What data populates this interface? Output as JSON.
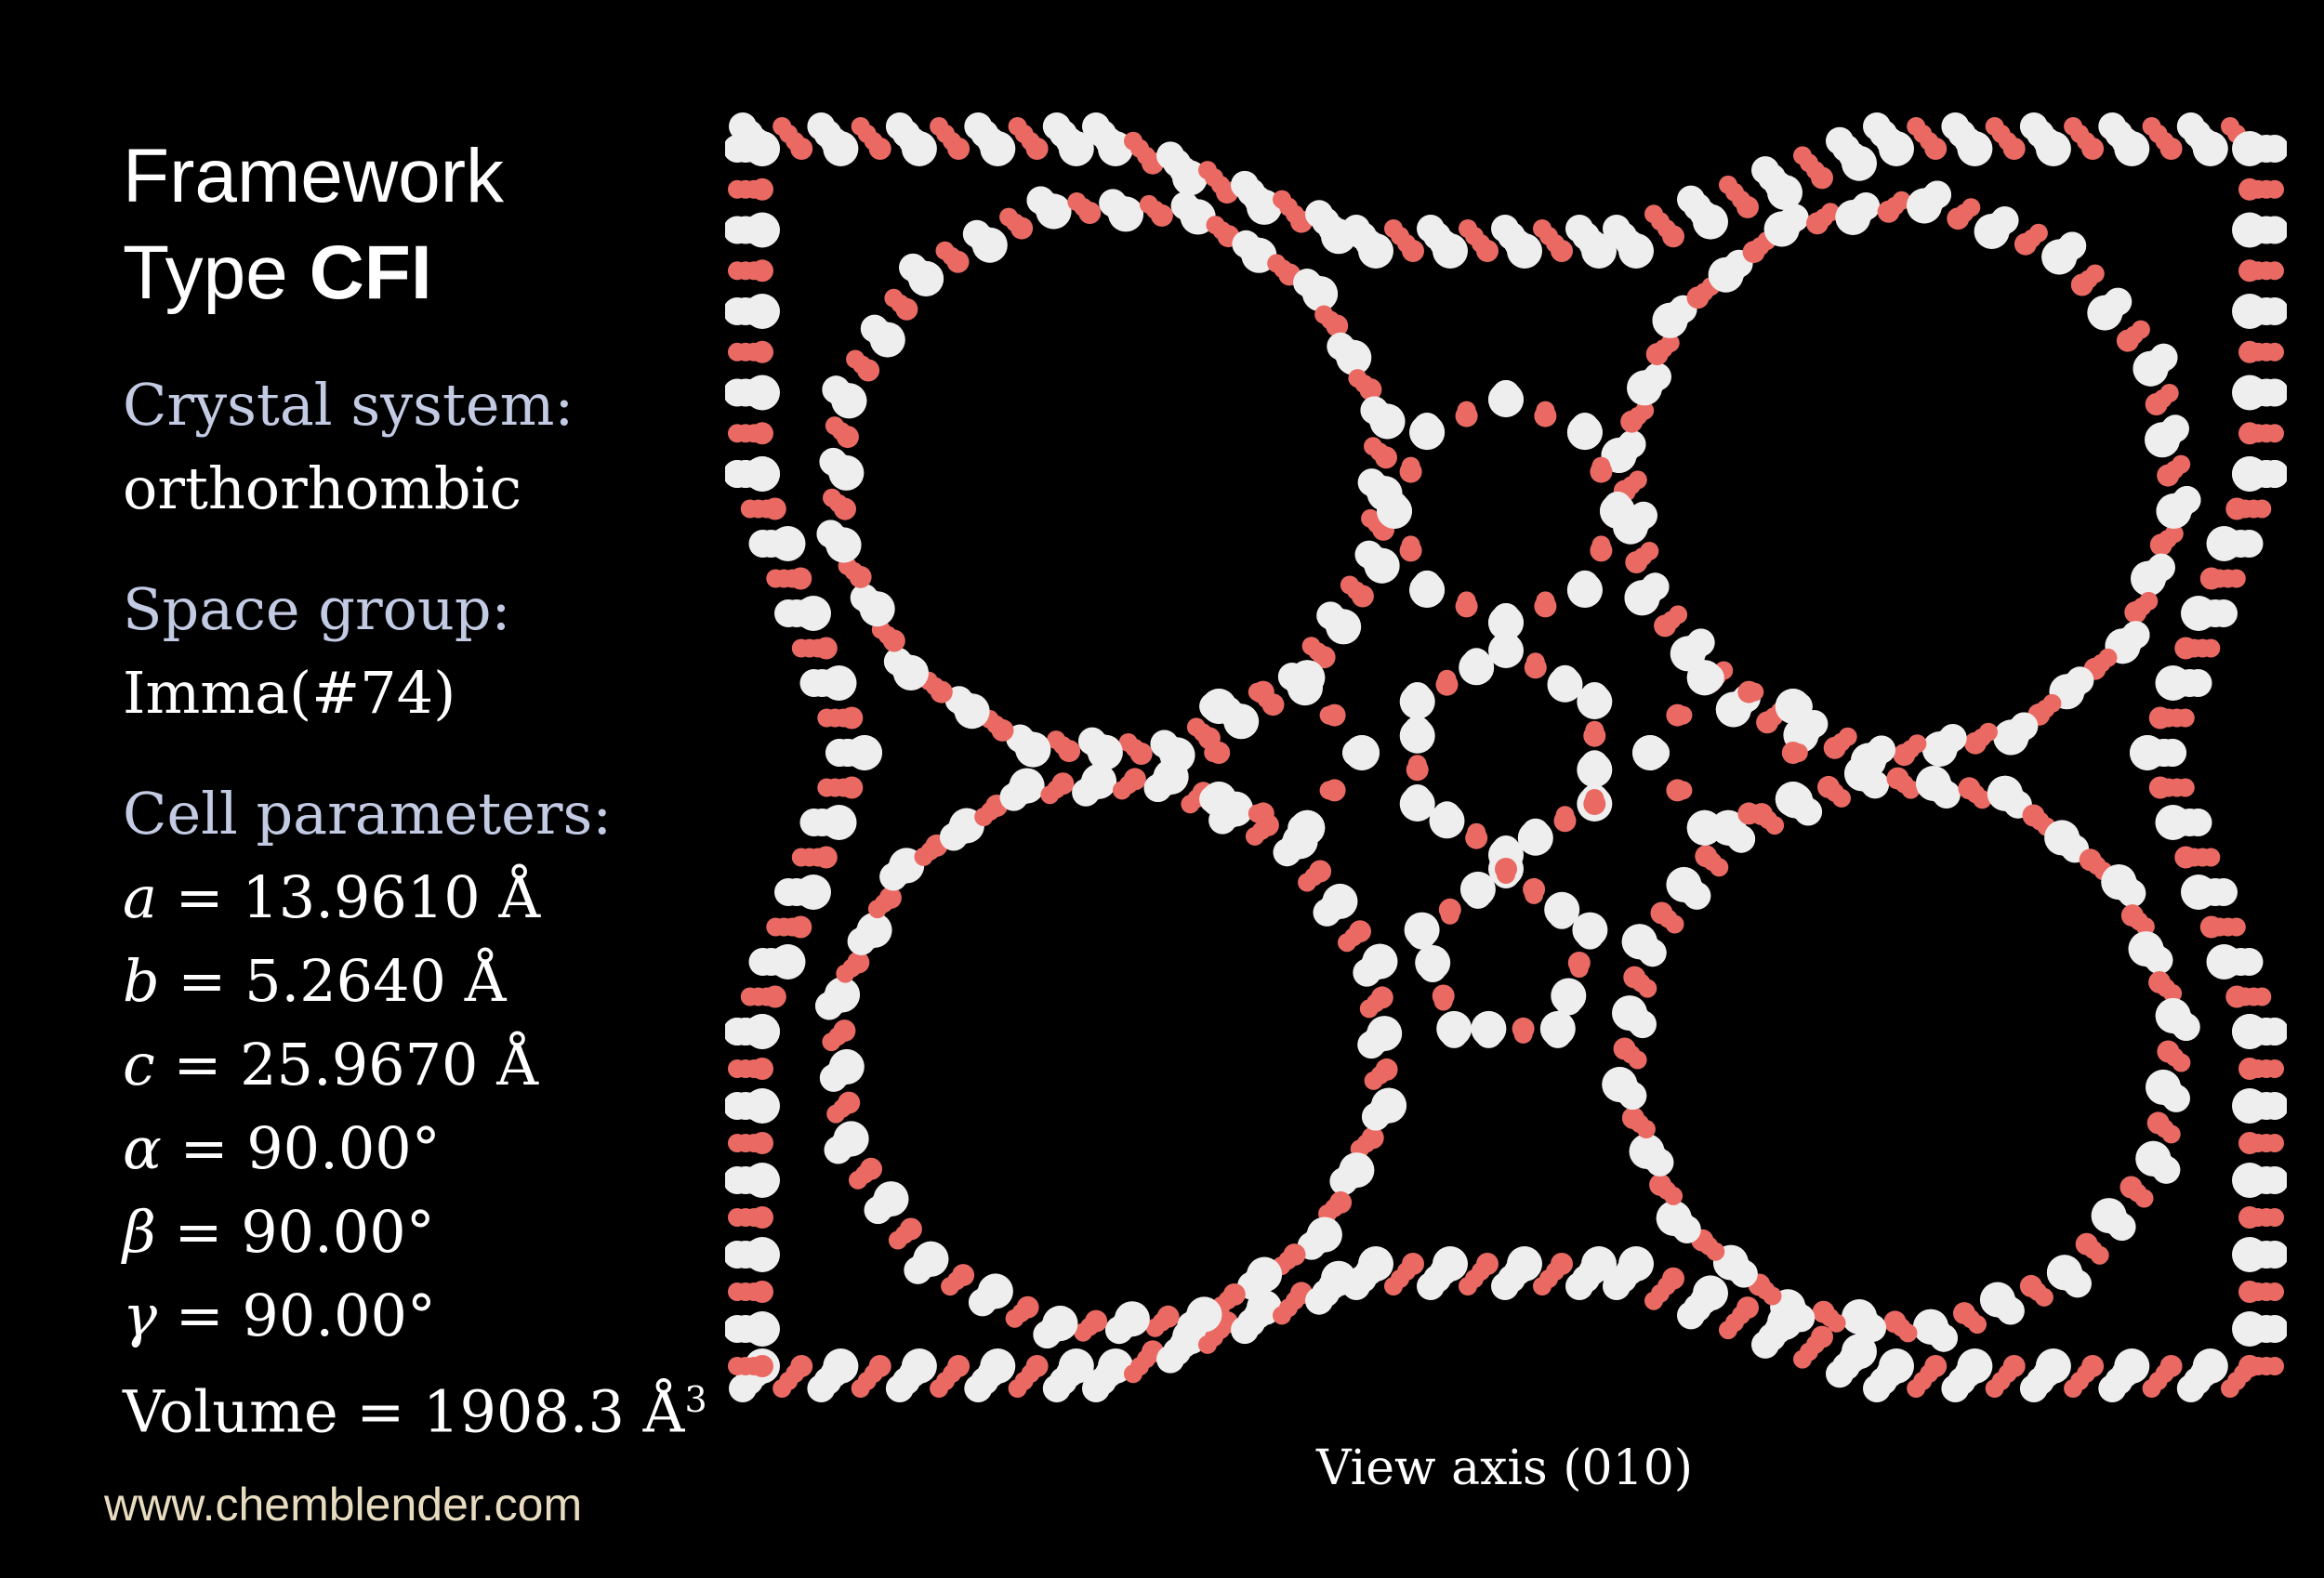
{
  "title": {
    "line1": "Framework",
    "line2_prefix": "Type ",
    "code": "CFI"
  },
  "crystal_system": {
    "label": "Crystal system:",
    "value": "orthorhombic"
  },
  "space_group": {
    "label": "Space group:",
    "value": "Imma(#74)"
  },
  "cell": {
    "label": "Cell parameters:",
    "params": [
      {
        "symbol": "a",
        "value": " = 13.9610 Å"
      },
      {
        "symbol": "b",
        "value": " = 5.2640 Å"
      },
      {
        "symbol": "c",
        "value": " = 25.9670 Å"
      },
      {
        "symbol": "α",
        "value": " = 90.00°"
      },
      {
        "symbol": "β",
        "value": " = 90.00°"
      },
      {
        "symbol": "γ",
        "value": " = 90.00°"
      }
    ],
    "volume_label": "Volume = 1908.3 Å",
    "volume_exp": "3"
  },
  "website": "www.chemblender.com",
  "view_axis": "View axis (010)",
  "colors": {
    "oxygen": "#ea6a63",
    "silicon": "#eeeeee",
    "background": "#000000"
  }
}
